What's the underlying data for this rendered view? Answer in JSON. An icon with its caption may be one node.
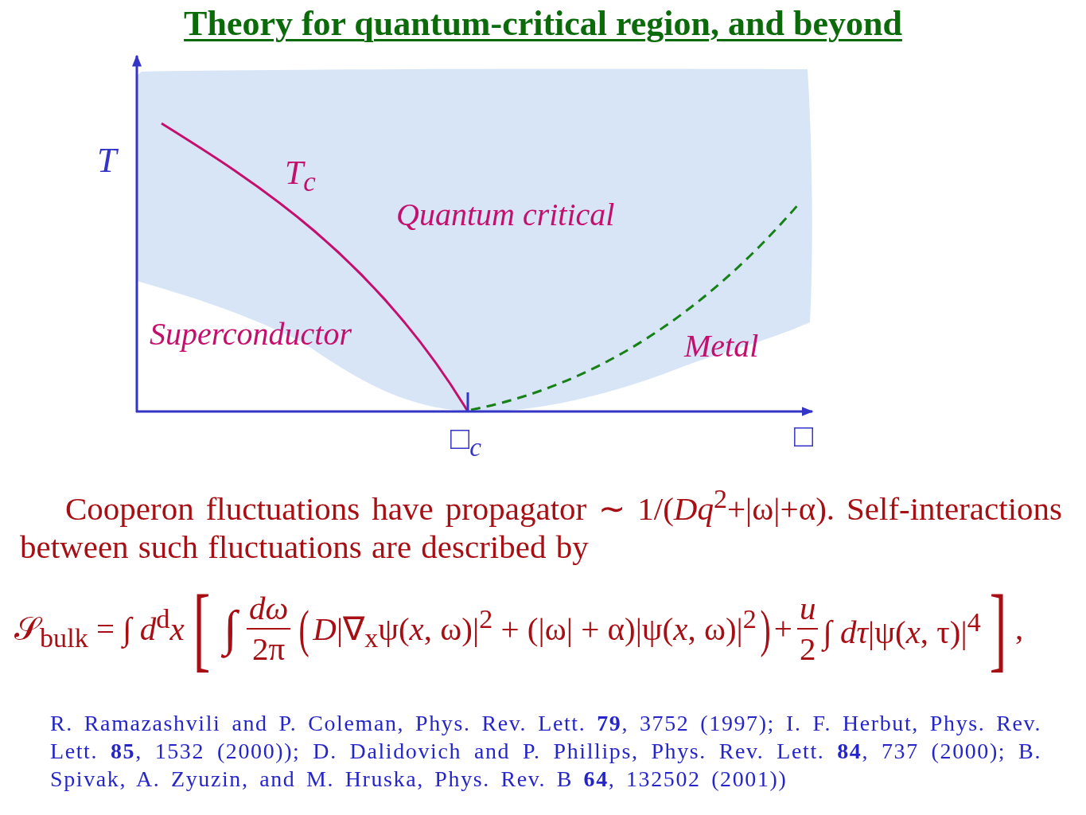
{
  "diagram": {
    "title": "Theory for quantum-critical region, and beyond",
    "labels": [
      "T",
      "T$_{c}$",
      "Quantum critical",
      "Superconductor",
      "Metal",
      "□$_{c}$",
      "□",
      "Cooperon fluctuations have propagator ∼ 1/(*Dq*$^{2}$+|ω|+α). Self-interactions between such fluctuations are described by",
      "𝒮$_{bulk}$ = ∫ *d*$^{d}$*x*",
      "[",
      "∫",
      "*dω*",
      "2π",
      "(",
      "*D*|∇$_{x}$ψ(*x*, ω)|$^{2}$ + (|ω| + α)|ψ(*x*, ω)|$^{2}$",
      ")",
      "+",
      "*u*",
      "2",
      "∫ *dτ*|ψ(*x*, τ)|$^{4}$",
      "]",
      ",",
      "R. Ramazashvili and P. Coleman, Phys. Rev. Lett. **79**, 3752 (1997); I. F. Herbut, Phys. Rev. Lett. **85**, 1532 (2000)); D. Dalidovich and P. Phillips, Phys. Rev. Lett. **84**, 737 (2000); B. Spivak, A. Zyuzin, and M. Hruska, Phys. Rev. B **64**, 132502 (2001))"
    ]
  }
}
